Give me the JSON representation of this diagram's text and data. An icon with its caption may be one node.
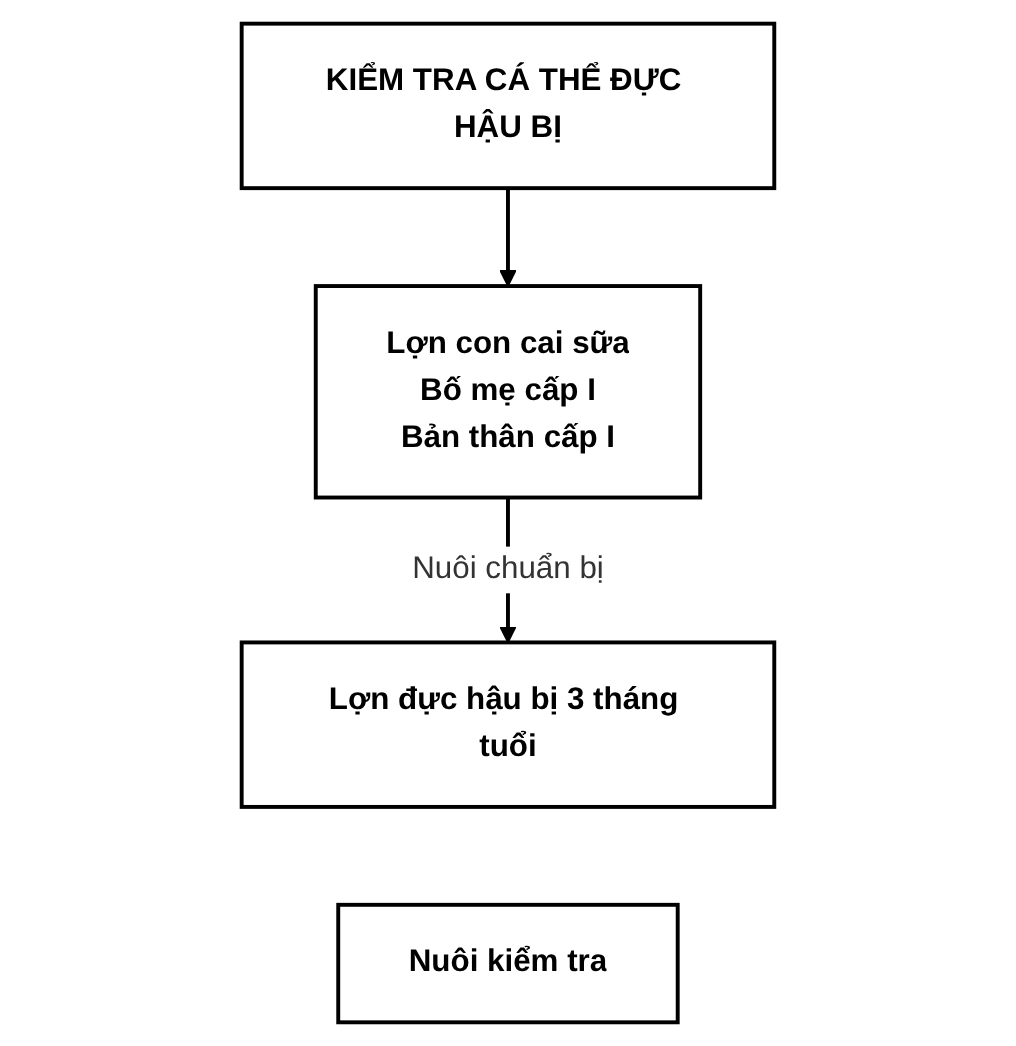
{
  "diagram": {
    "nodes": [
      {
        "text": [
          "KIỂM TRA CÁ THỂ ĐỰC HẬU BỊ"
        ]
      },
      {
        "text": [
          "Lợn con cai sữa",
          "Bố mẹ cấp I",
          "Bản thân cấp I"
        ]
      },
      {
        "text": [
          "Lợn đực hậu bị 3 tháng tuổi"
        ]
      },
      {
        "text": [
          "Nuôi kiểm tra"
        ]
      }
    ],
    "edges": [
      {
        "from": 0,
        "to": 1,
        "arrow": "to"
      },
      {
        "from": 1,
        "to": 2,
        "label": "Nuôi chuẩn bị",
        "arrow": "to"
      }
    ]
  }
}
